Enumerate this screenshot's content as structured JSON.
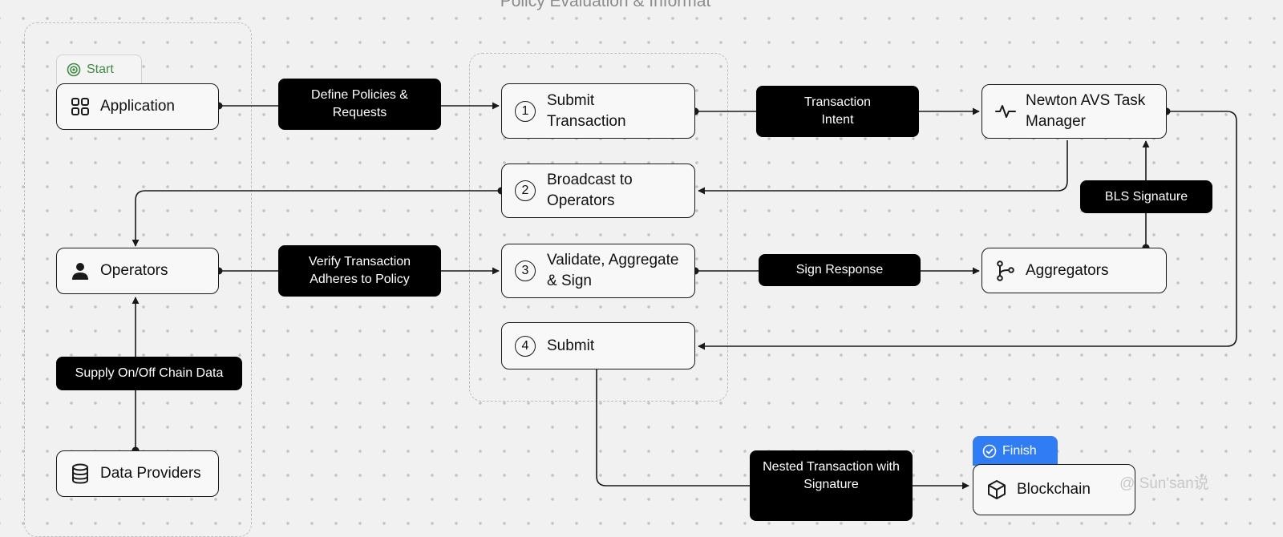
{
  "group": {
    "title": "Policy Evaluation & Informat"
  },
  "nodes": {
    "application": "Application",
    "operators": "Operators",
    "data_providers": "Data Providers",
    "submit_transaction": {
      "num": "1",
      "label": "Submit Transaction"
    },
    "broadcast": {
      "num": "2",
      "label": "Broadcast to Operators"
    },
    "validate": {
      "num": "3",
      "label": "Validate, Aggregate & Sign"
    },
    "submit": {
      "num": "4",
      "label": "Submit"
    },
    "task_manager": "Newton AVS Task Manager",
    "aggregators": "Aggregators",
    "blockchain": "Blockchain"
  },
  "tabs": {
    "start": "Start",
    "finish": "Finish"
  },
  "edge_labels": {
    "define_policies": "Define Policies & Requests",
    "transaction_intent": "Transaction Intent",
    "verify_transaction": "Verify Transaction Adheres to Policy",
    "sign_response": "Sign Response",
    "bls_signature": "BLS Signature",
    "supply_data": "Supply On/Off Chain Data",
    "nested_transaction": "Nested Transaction with Signature"
  },
  "icons": {
    "application": "grid-icon",
    "operators": "person-icon",
    "data_providers": "database-icon",
    "task_manager": "activity-icon",
    "aggregators": "git-branch-icon",
    "blockchain": "cube-icon",
    "start": "target-icon",
    "finish": "check-circle-icon"
  },
  "watermark": "@ Sun'san说"
}
